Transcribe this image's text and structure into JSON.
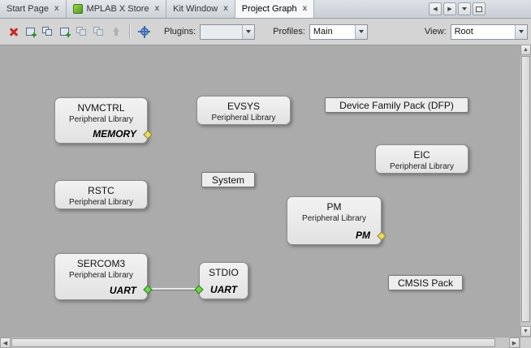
{
  "tabs": [
    {
      "label": "Start Page",
      "close": "x"
    },
    {
      "label": "MPLAB X Store",
      "close": "x"
    },
    {
      "label": "Kit Window",
      "close": "x"
    },
    {
      "label": "Project Graph",
      "close": "x"
    }
  ],
  "tab_controls": {
    "scroll_left": "◀",
    "scroll_right": "▶"
  },
  "toolbar": {
    "plugins_label": "Plugins:",
    "plugins_value": "",
    "profiles_label": "Profiles:",
    "profiles_value": "Main",
    "view_label": "View:",
    "view_value": "Root"
  },
  "nodes": [
    {
      "title": "NVMCTRL",
      "subtitle": "Peripheral Library",
      "tag": "MEMORY"
    },
    {
      "title": "EVSYS",
      "subtitle": "Peripheral Library"
    },
    {
      "title": "Device Family Pack (DFP)"
    },
    {
      "title": "EIC",
      "subtitle": "Peripheral Library"
    },
    {
      "title": "RSTC",
      "subtitle": "Peripheral Library"
    },
    {
      "title": "System"
    },
    {
      "title": "PM",
      "subtitle": "Peripheral Library",
      "tag": "PM"
    },
    {
      "title": "SERCOM3",
      "subtitle": "Peripheral Library",
      "tag": "UART"
    },
    {
      "title": "STDIO",
      "tag": "UART"
    },
    {
      "title": "CMSIS Pack"
    }
  ],
  "scrollbar": {
    "up": "▲",
    "down": "▼",
    "left": "◀",
    "right": "▶"
  },
  "colors": {
    "yellow_port": "#e9db66",
    "green_port": "#6fd24c",
    "canvas_bg": "#ababab",
    "delete_red": "#c62828",
    "target_blue": "#3c6db3"
  }
}
